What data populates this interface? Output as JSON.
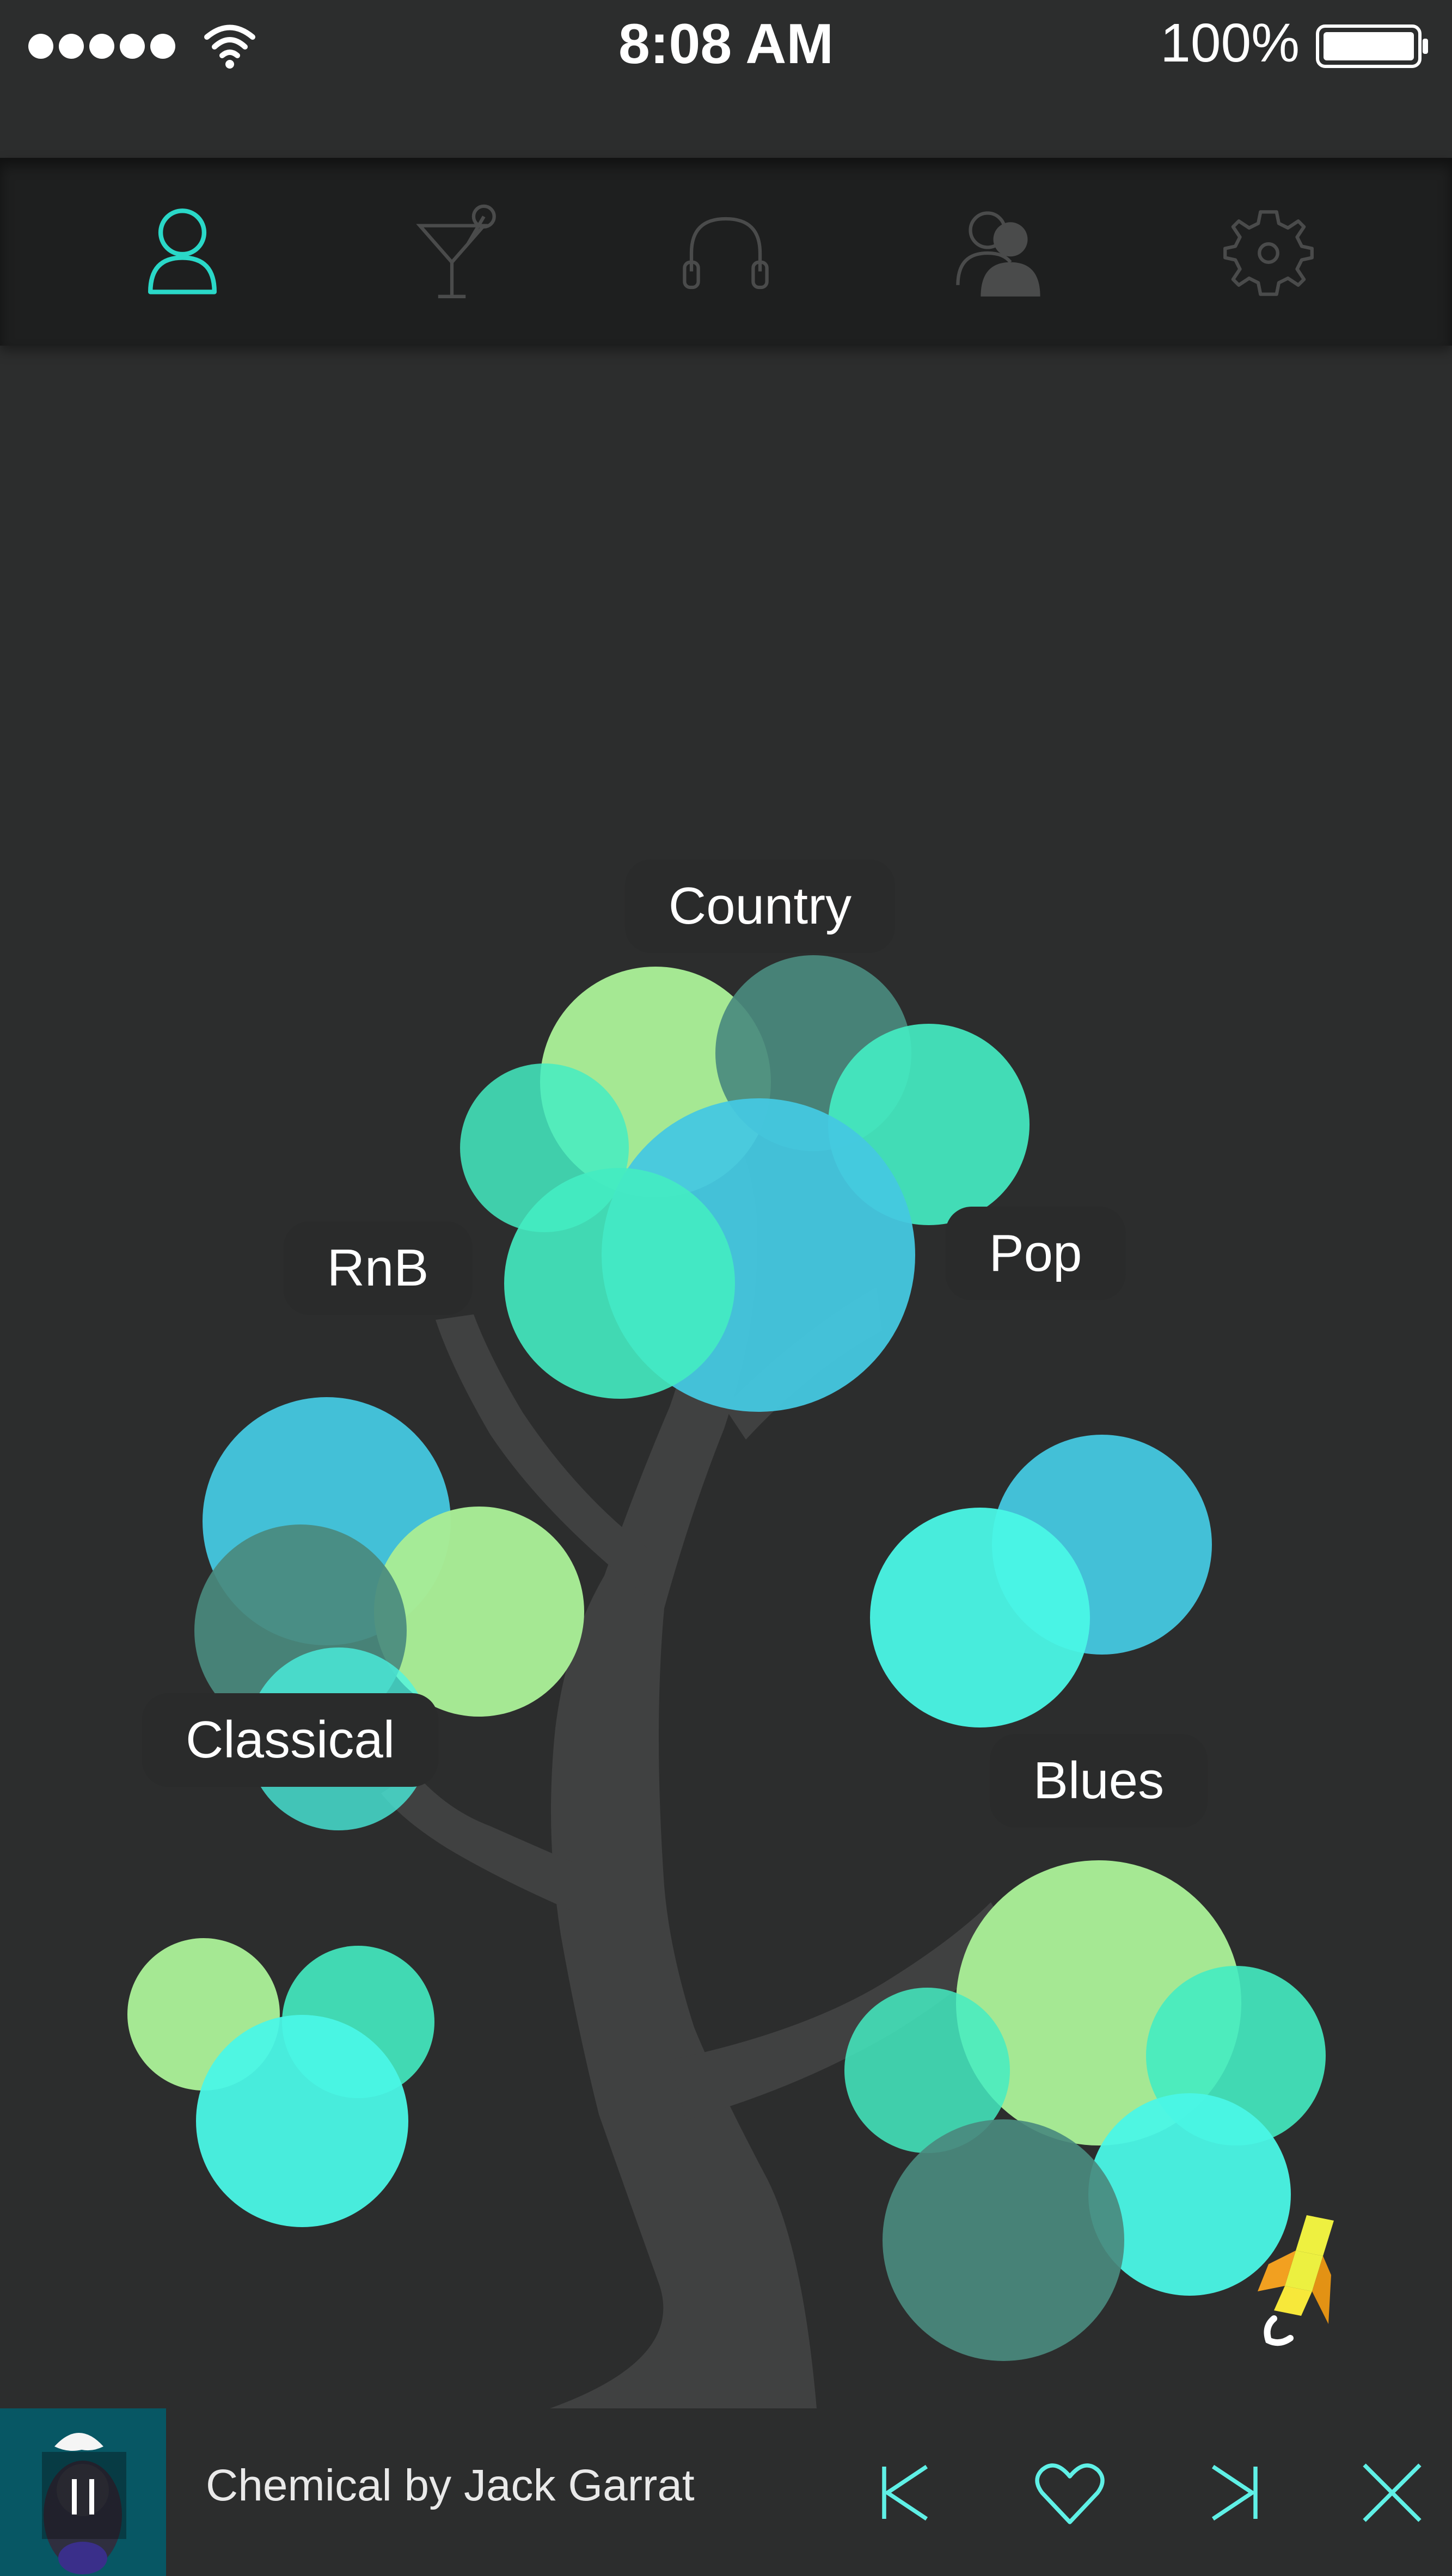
{
  "status_bar": {
    "time": "8:08 AM",
    "battery_percent": "100%",
    "signal_bars": 5,
    "icons": [
      "signal-dots-icon",
      "wifi-icon",
      "battery-icon"
    ]
  },
  "tab_bar": {
    "active_index": 0,
    "accent_color": "#2ad8c8",
    "inactive_color": "#4a4b4b",
    "tabs": [
      {
        "icon": "user-icon"
      },
      {
        "icon": "cocktail-glass-icon"
      },
      {
        "icon": "headphones-icon"
      },
      {
        "icon": "users-icon"
      },
      {
        "icon": "gear-icon"
      }
    ]
  },
  "genres": [
    {
      "label": "Country"
    },
    {
      "label": "RnB"
    },
    {
      "label": "Pop"
    },
    {
      "label": "Classical"
    },
    {
      "label": "Blues"
    }
  ],
  "colors": {
    "background": "#2c2d2d",
    "tree": "#404141",
    "bubble_green": "#a7ec95",
    "bubble_teal": "#4aa8a0",
    "bubble_mint": "#44ecc2",
    "bubble_cyan": "#4af7e6",
    "bubble_blue": "#45c8e0"
  },
  "player": {
    "track": "Chemical by Jack Garrat",
    "state": "playing",
    "icons": [
      "pause-icon",
      "previous-icon",
      "heart-icon",
      "next-icon",
      "close-icon"
    ],
    "icon_color": "#5ff0e6"
  },
  "decor": {
    "rocket": "rocket-icon"
  }
}
